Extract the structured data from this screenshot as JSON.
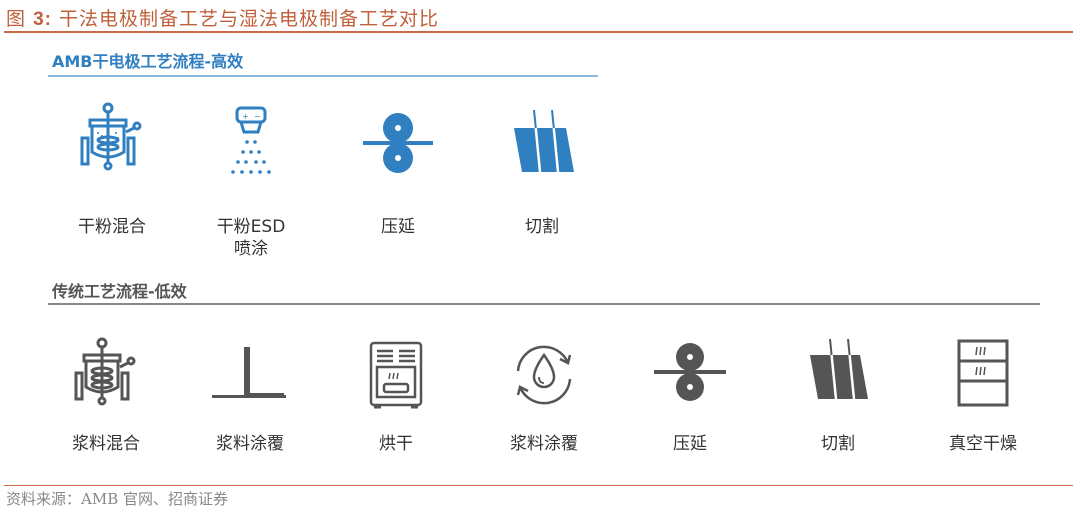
{
  "figure": {
    "label": "图",
    "number": "3:",
    "title": "干法电极制备工艺与湿法电极制备工艺对比"
  },
  "colors": {
    "accent_red": "#c8694a",
    "dry_blue": "#2f7fc1",
    "wet_gray": "#555555"
  },
  "dry_process": {
    "title": "AMB干电极工艺流程-高效",
    "steps": [
      {
        "label": "干粉混合",
        "icon": "mixer-tank-icon"
      },
      {
        "label": "干粉ESD",
        "label2": "喷涂",
        "icon": "electrostatic-spray-icon"
      },
      {
        "label": "压延",
        "icon": "calender-rollers-icon"
      },
      {
        "label": "切割",
        "icon": "cutting-sheet-icon"
      }
    ]
  },
  "wet_process": {
    "title": "传统工艺流程-低效",
    "steps": [
      {
        "label": "浆料混合",
        "icon": "mixer-tank-icon"
      },
      {
        "label": "浆料涂覆",
        "icon": "coating-blade-icon"
      },
      {
        "label": "烘干",
        "icon": "oven-icon"
      },
      {
        "label": "浆料涂覆",
        "icon": "solvent-recycle-icon"
      },
      {
        "label": "压延",
        "icon": "calender-rollers-icon"
      },
      {
        "label": "切割",
        "icon": "cutting-sheet-icon"
      },
      {
        "label": "真空干燥",
        "icon": "vacuum-dryer-icon"
      }
    ]
  },
  "source": "资料来源：AMB 官网、招商证券"
}
